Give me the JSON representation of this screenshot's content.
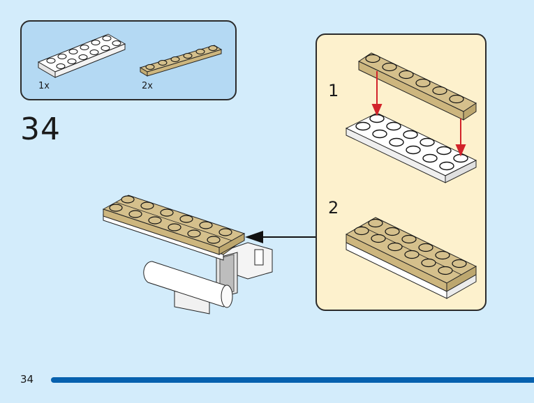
{
  "page": {
    "step_number": "34",
    "page_number": "34"
  },
  "parts_list": {
    "items": [
      {
        "part": "2x6 plate",
        "color": "white",
        "quantity": "1x"
      },
      {
        "part": "1x6 plate",
        "color": "tan",
        "quantity": "2x"
      }
    ]
  },
  "substeps": [
    {
      "number": "1",
      "description": "Attach tan 1x6 plate onto white 2x6 plate"
    },
    {
      "number": "2",
      "description": "Combined tan-on-white plate assembly"
    }
  ],
  "colors": {
    "background": "#d3ecfb",
    "parts_box": "#b4d9f3",
    "substep_box": "#fdf1cd",
    "tan": "#d5c08c",
    "white_brick": "#ffffff",
    "arrow_red": "#d2232a",
    "footer_bar": "#0761ae"
  }
}
